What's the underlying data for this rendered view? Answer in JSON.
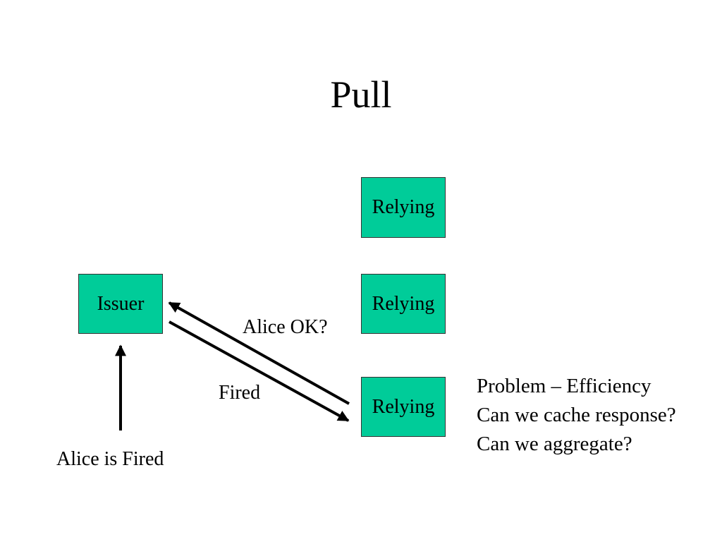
{
  "slide": {
    "title": "Pull",
    "colors": {
      "box_fill": "#00CC99",
      "box_border": "#333333",
      "text": "#000000",
      "background": "#ffffff"
    },
    "issuer": {
      "label": "Issuer"
    },
    "relying_parties": [
      {
        "label": "Relying"
      },
      {
        "label": "Relying"
      },
      {
        "label": "Relying"
      }
    ],
    "labels": {
      "query": "Alice OK?",
      "response": "Fired",
      "event": "Alice is Fired"
    },
    "notes": [
      "Problem – Efficiency",
      "Can we cache response?",
      "Can we aggregate?"
    ]
  }
}
